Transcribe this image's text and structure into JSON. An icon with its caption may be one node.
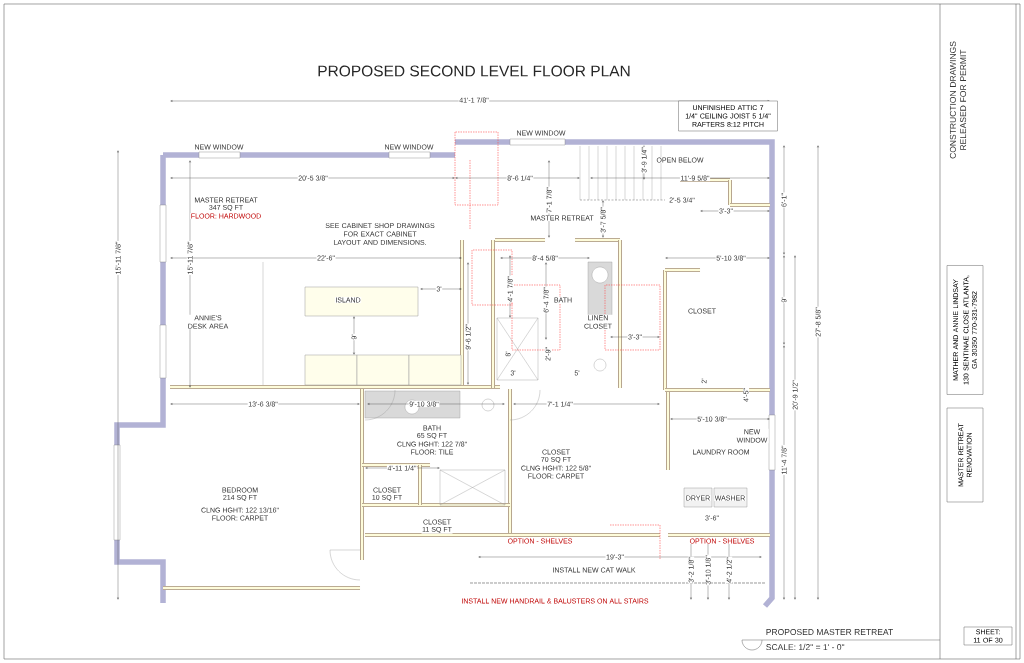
{
  "diagram": {
    "title": "PROPOSED SECOND LEVEL FLOOR PLAN",
    "nodes": [
      {
        "text": [
          "UNFINISHED ATTIC 7 1/4\" CEILING JOIST 5 1/4\" RAFTERS 8:12 PITCH"
        ]
      },
      {
        "text": [
          "MATHER AND ANNIE LINDSAY",
          "130 SENTINAE CLOSE ATLANTA, GA 30350 770-331-7982"
        ]
      },
      {
        "text": [
          "MASTER RETREAT RENOVATION"
        ]
      },
      {
        "text": [
          "SHEET: 11 OF 30"
        ]
      }
    ],
    "labels": [
      "41'-1 7/8\"",
      "CONSTRUCTION DRAWINGS RELEASED FOR PERMIT",
      "NEW WINDOW",
      "NEW WINDOW",
      "NEW WINDOW",
      "3'-9 1/4\"",
      "OPEN BELOW",
      "20'-5 3/8\"",
      "8'-6 1/4\"",
      "11'-9 5/8\"",
      "MASTER RETREAT",
      "7'-1 7/8\"",
      "2'-5 3/4\"",
      "6'-1\"",
      "347 SQ FT",
      "3'-3\"",
      "FLOOR: HARDWOOD",
      "MASTER RETREAT",
      "3'-7 5/8\"",
      "SEE CABINET SHOP DRAWINGS FOR EXACT CABINET LAYOUT AND DIMENSIONS.",
      "15'-11 7/8\"",
      "15'-11 7/8\"",
      "22'-6\"",
      "8'-4 5/8\"",
      "5'-10 3/8\"",
      "3'",
      "4'-1 7/8\"",
      "ISLAND",
      "6'-4 7/8\"",
      "BATH",
      "9'",
      "CLOSET",
      "ANNIE'S DESK AREA",
      "LINEN CLOSET",
      "27'-8 5/8\"",
      "9'",
      "9'-6 1/2\"",
      "3'-3\"",
      "8'",
      "2'-9\"",
      "3'",
      "5'",
      "2'",
      "4'-5\"",
      "20'-9 1/2\"",
      "13'-6 3/8\"",
      "9'-10 3/8\"",
      "7'-1 1/4\"",
      "5'-10 3/8\"",
      "BATH",
      "65 SQ FT",
      "NEW WINDOW",
      "CLNG HGHT: 122 7/8\"",
      "FLOOR: TILE",
      "CLOSET",
      "LAUNDRY ROOM",
      "70 SQ FT",
      "11'-4 7/8\"",
      "4'-11 1/4\"",
      "CLNG HGHT: 122 5/8\"",
      "FLOOR: CARPET",
      "BEDROOM",
      "CLOSET",
      "214 SQ FT",
      "10 SQ FT",
      "DRYER",
      "WASHER",
      "CLNG HGHT: 122 13/16\"",
      "FLOOR: CARPET",
      "3'-6\"",
      "CLOSET",
      "11 SQ FT",
      "OPTION - SHELVES",
      "OPTION - SHELVES",
      "19'-3\"",
      "INSTALL NEW CAT WALK",
      "3'-2 1/8\"",
      "3'-10 1/8\"",
      "4'-2 1/2\"",
      "INSTALL NEW HANDRAIL & BALUSTERS ON ALL STAIRS",
      "PROPOSED MASTER RETREAT",
      "SCALE: 1/2\" = 1' - 0\""
    ]
  }
}
